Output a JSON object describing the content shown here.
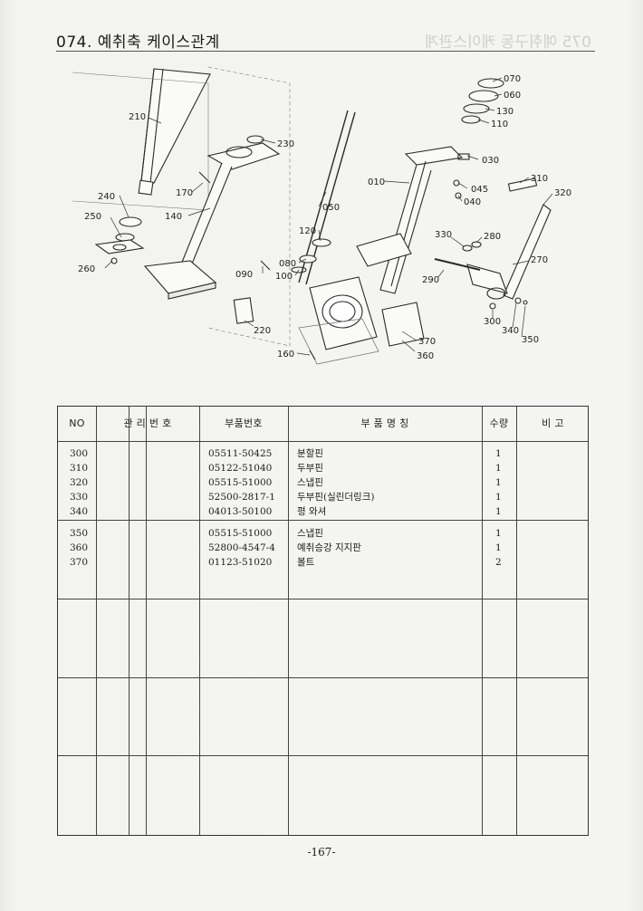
{
  "header": {
    "title": "074. 예취축 케이스관계",
    "ghost_title": "075 예취구동 케이스관계"
  },
  "diagram": {
    "callouts": [
      "210",
      "170",
      "140",
      "240",
      "250",
      "260",
      "230",
      "050",
      "120",
      "080",
      "100",
      "090",
      "220",
      "160",
      "010",
      "045",
      "040",
      "030",
      "070",
      "060",
      "130",
      "110",
      "310",
      "320",
      "330",
      "280",
      "270",
      "290",
      "300",
      "340",
      "350",
      "370",
      "360"
    ]
  },
  "table": {
    "headers": {
      "no": "NO",
      "mgmt": "관 리 번 호",
      "part_no": "부품번호",
      "part_name": "부 품 명 칭",
      "qty": "수량",
      "remarks": "비 고"
    },
    "rows": [
      {
        "no": "300",
        "part_no": "05511-50425",
        "name": "분할핀",
        "qty": "1"
      },
      {
        "no": "310",
        "part_no": "05122-51040",
        "name": "두부핀",
        "qty": "1"
      },
      {
        "no": "320",
        "part_no": "05515-51000",
        "name": "스냅핀",
        "qty": "1"
      },
      {
        "no": "330",
        "part_no": "52500-2817-1",
        "name": "두부핀(실린더링크)",
        "qty": "1"
      },
      {
        "no": "340",
        "part_no": "04013-50100",
        "name": "평 와셔",
        "qty": "1"
      },
      {
        "no": "350",
        "part_no": "05515-51000",
        "name": "스냅핀",
        "qty": "1"
      },
      {
        "no": "360",
        "part_no": "52800-4547-4",
        "name": "예취승강 지지판",
        "qty": "1"
      },
      {
        "no": "370",
        "part_no": "01123-51020",
        "name": "볼트",
        "qty": "2"
      }
    ]
  },
  "footer": {
    "page_number": "-167-"
  }
}
